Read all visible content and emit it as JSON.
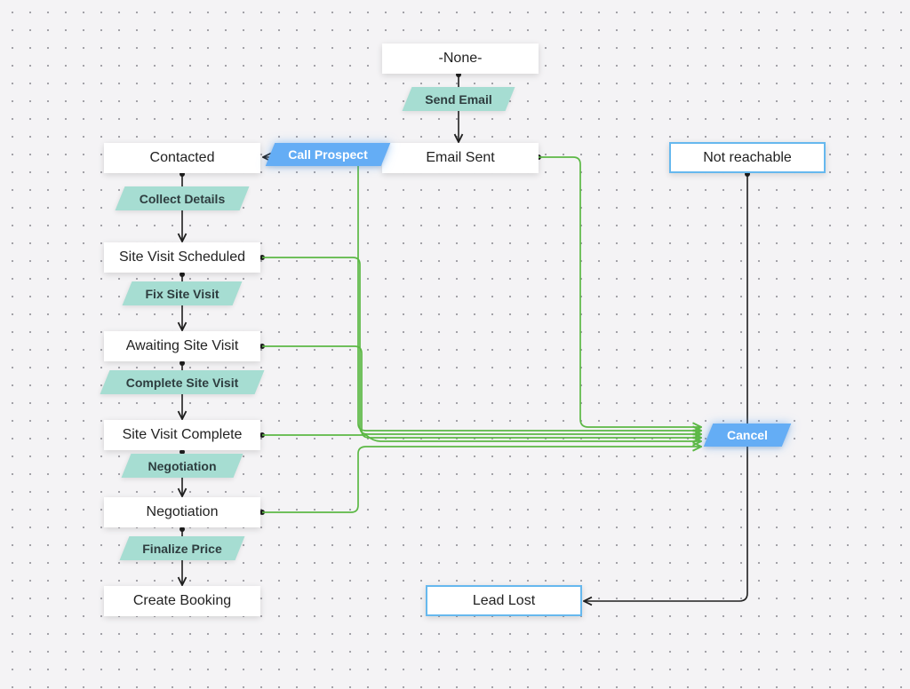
{
  "states": {
    "none": "-None-",
    "contacted": "Contacted",
    "email_sent": "Email Sent",
    "not_reachable": "Not reachable",
    "site_visit_scheduled": "Site Visit Scheduled",
    "awaiting_site_visit": "Awaiting Site Visit",
    "site_visit_complete": "Site Visit Complete",
    "negotiation": "Negotiation",
    "create_booking": "Create Booking",
    "lead_lost": "Lead Lost"
  },
  "transitions": {
    "send_email": "Send Email",
    "call_prospect": "Call Prospect",
    "collect_details": "Collect Details",
    "fix_site_visit": "Fix Site Visit",
    "complete_site_visit": "Complete Site Visit",
    "negotiation": "Negotiation",
    "finalize_price": "Finalize Price",
    "cancel": "Cancel"
  },
  "colors": {
    "main_flow": "#1f1f1f",
    "cancel_flow": "#5cb845",
    "terminal_border": "#66b8ee",
    "transition_fill": "#a6ddd2",
    "highlight_transition_fill": "#64adf5"
  }
}
